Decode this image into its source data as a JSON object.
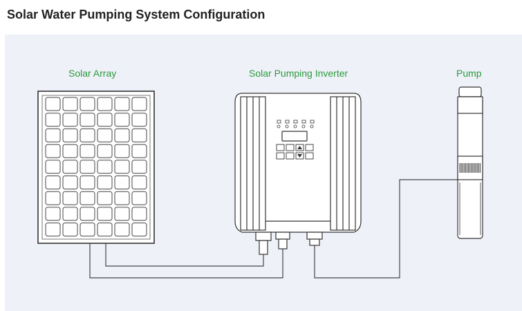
{
  "title": "Solar Water Pumping System Configuration",
  "components": {
    "solar_array": "Solar Array",
    "inverter": "Solar Pumping Inverter",
    "pump": "Pump"
  },
  "colors": {
    "panel_background": "#eff1f9",
    "label_green": "#2a9a3c",
    "line": "#444444"
  },
  "icons": [
    "solar-panel-icon",
    "inverter-icon",
    "submersible-pump-icon"
  ]
}
